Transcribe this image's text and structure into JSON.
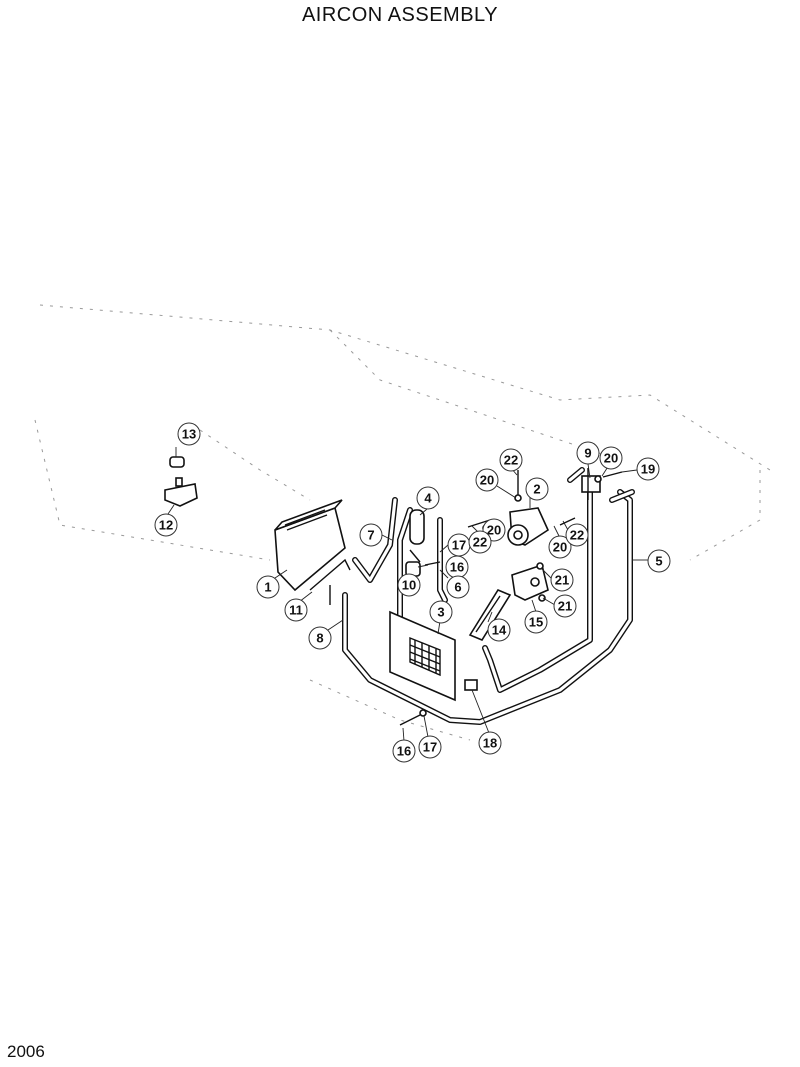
{
  "title": "AIRCON ASSEMBLY",
  "page_number": "2006",
  "callouts": [
    {
      "id": "c1",
      "label": "1"
    },
    {
      "id": "c2",
      "label": "2"
    },
    {
      "id": "c3",
      "label": "3"
    },
    {
      "id": "c4",
      "label": "4"
    },
    {
      "id": "c5",
      "label": "5"
    },
    {
      "id": "c6",
      "label": "6"
    },
    {
      "id": "c7",
      "label": "7"
    },
    {
      "id": "c8",
      "label": "8"
    },
    {
      "id": "c9",
      "label": "9"
    },
    {
      "id": "c10",
      "label": "10"
    },
    {
      "id": "c11",
      "label": "11"
    },
    {
      "id": "c12",
      "label": "12"
    },
    {
      "id": "c13",
      "label": "13"
    },
    {
      "id": "c14",
      "label": "14"
    },
    {
      "id": "c15",
      "label": "15"
    },
    {
      "id": "c16a",
      "label": "16"
    },
    {
      "id": "c16b",
      "label": "16"
    },
    {
      "id": "c17a",
      "label": "17"
    },
    {
      "id": "c17b",
      "label": "17"
    },
    {
      "id": "c18",
      "label": "18"
    },
    {
      "id": "c19",
      "label": "19"
    },
    {
      "id": "c20a",
      "label": "20"
    },
    {
      "id": "c20b",
      "label": "20"
    },
    {
      "id": "c20c",
      "label": "20"
    },
    {
      "id": "c20d",
      "label": "20"
    },
    {
      "id": "c21a",
      "label": "21"
    },
    {
      "id": "c21b",
      "label": "21"
    },
    {
      "id": "c22a",
      "label": "22"
    },
    {
      "id": "c22b",
      "label": "22"
    },
    {
      "id": "c22c",
      "label": "22"
    }
  ]
}
